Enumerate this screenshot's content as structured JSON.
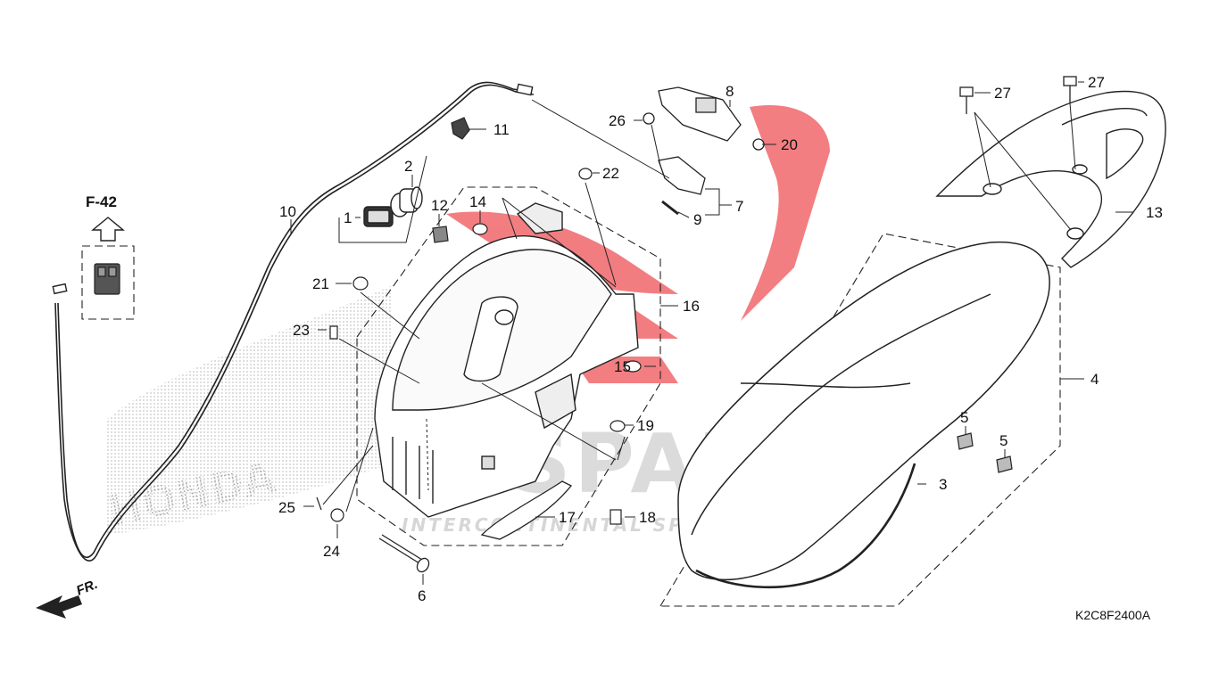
{
  "diagram": {
    "figure_code": "K2C8F2400A",
    "reference": "F-42",
    "direction_label": "FR.",
    "watermark": {
      "brand": "CSPARTS",
      "tagline": "INTERCONTINENTAL SPARE PARTS",
      "maker": "HONDA",
      "logo_color": "#e8141c",
      "text_color": "#c8c8c8"
    },
    "callouts": [
      "1",
      "2",
      "3",
      "4",
      "5",
      "5",
      "6",
      "7",
      "8",
      "9",
      "10",
      "11",
      "12",
      "13",
      "14",
      "15",
      "16",
      "17",
      "18",
      "19",
      "20",
      "21",
      "22",
      "23",
      "24",
      "25",
      "26",
      "27",
      "27"
    ]
  }
}
